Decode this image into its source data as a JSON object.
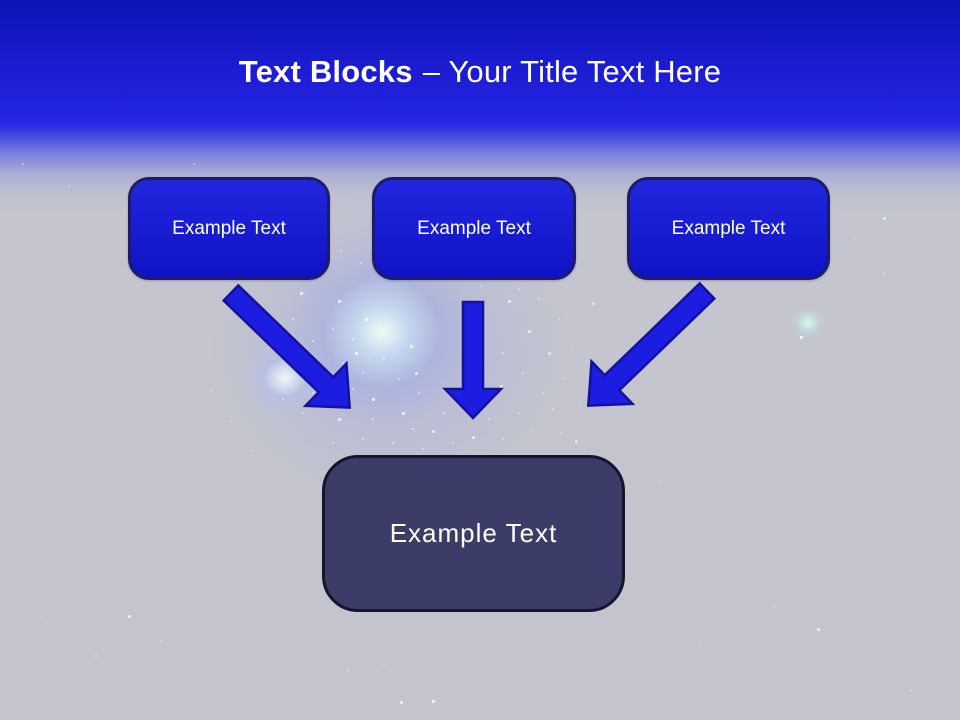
{
  "header": {
    "title_topic": "Text Blocks",
    "title_rest": "– Your Title Text Here"
  },
  "blocks": {
    "sources": [
      {
        "label": "Example Text"
      },
      {
        "label": "Example Text"
      },
      {
        "label": "Example Text"
      }
    ],
    "result": {
      "label": "Example Text"
    }
  },
  "icons": {
    "arrow_left": "arrow-down-right",
    "arrow_middle": "arrow-down",
    "arrow_right": "arrow-down-left"
  },
  "colors": {
    "header_top": "#0d12b4",
    "header_bright": "#2424e2",
    "bg_gray": "#c4c5ce",
    "block_fill_top": "#2127de",
    "block_fill_bottom": "#1012c6",
    "block_border": "#1c1c68",
    "result_fill": "#3b3c68",
    "result_border": "#15152e",
    "arrow_fill": "#1c1de0",
    "arrow_border": "#12129c",
    "title_text": "#ffffff",
    "block_text": "#ffffff"
  }
}
